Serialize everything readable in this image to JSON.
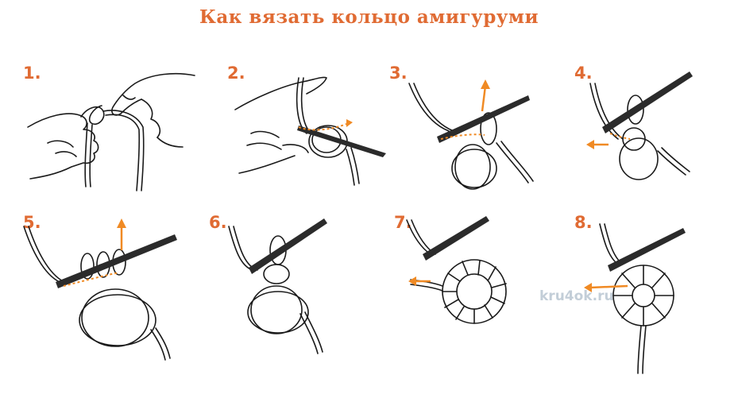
{
  "title": "Как вязать кольцо амигуруми",
  "steps": [
    {
      "number": "1."
    },
    {
      "number": "2."
    },
    {
      "number": "3."
    },
    {
      "number": "4."
    },
    {
      "number": "5."
    },
    {
      "number": "6."
    },
    {
      "number": "7."
    },
    {
      "number": "8."
    }
  ],
  "watermark": "kru4ok.ru",
  "colors": {
    "accent": "#e06b33",
    "hook": "#2b2b2b",
    "line": "#1a1a1a",
    "arrow": "#f08a24"
  }
}
